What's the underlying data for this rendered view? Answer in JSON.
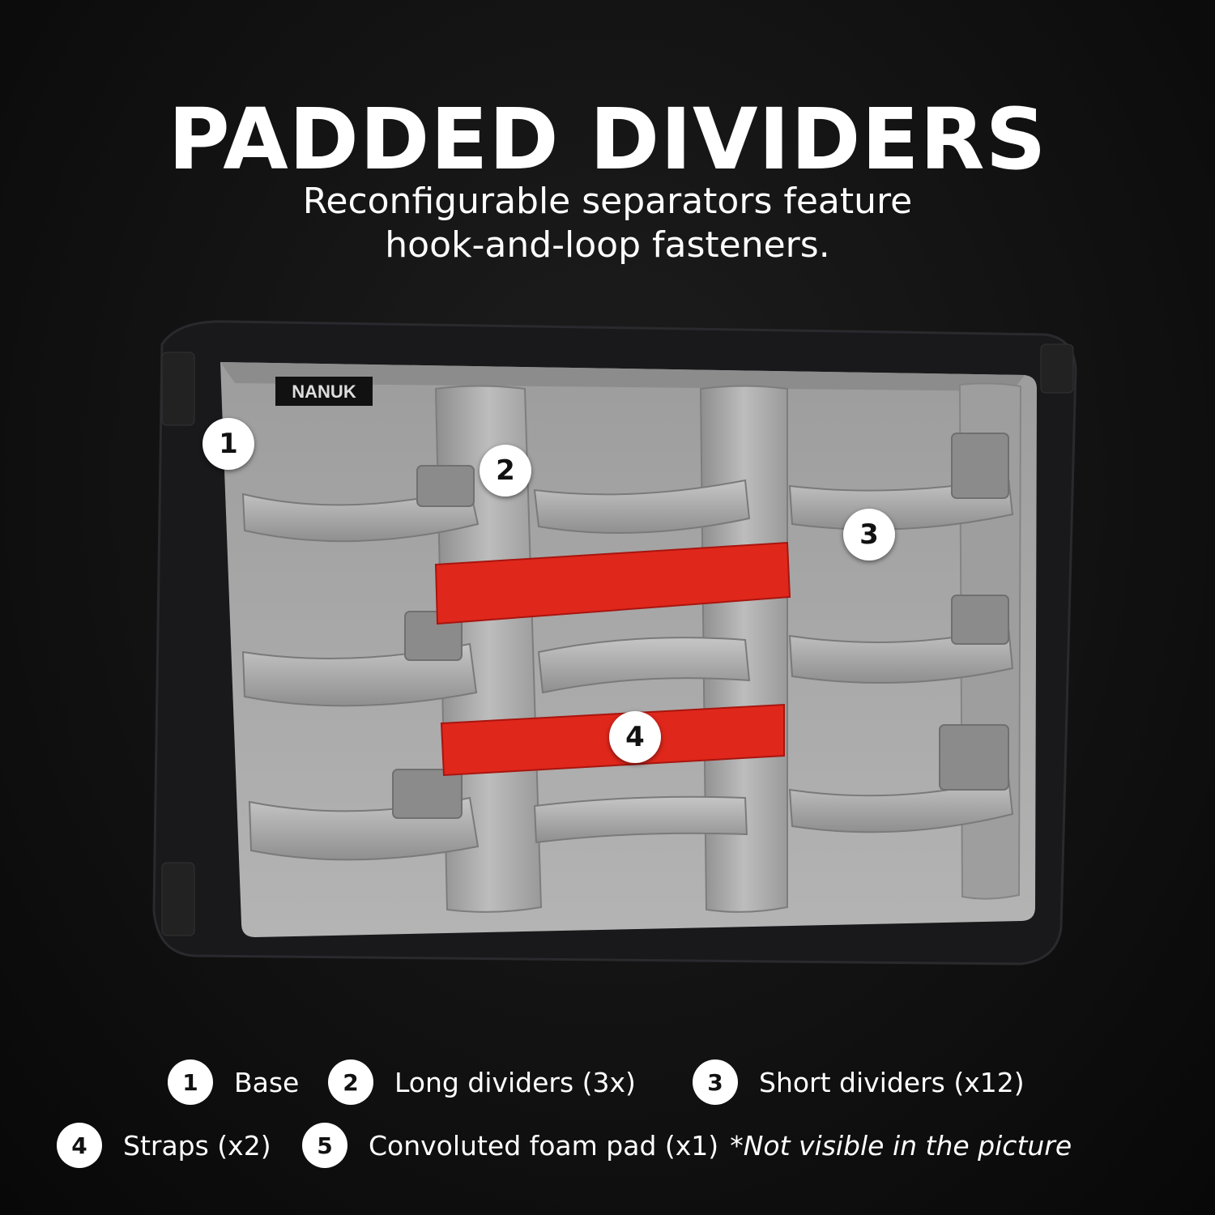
{
  "title": "PADDED DIVIDERS",
  "subtitle_line1": "Reconfigurable separators feature",
  "subtitle_line2": "hook-and-loop fasteners.",
  "brand_label": "NANUK",
  "markers": [
    "1",
    "2",
    "3",
    "4"
  ],
  "legend": [
    {
      "num": "1",
      "label": "Base"
    },
    {
      "num": "2",
      "label": "Long dividers (3x)"
    },
    {
      "num": "3",
      "label": "Short dividers (x12)"
    },
    {
      "num": "4",
      "label": "Straps (x2)"
    },
    {
      "num": "5",
      "label": "Convoluted foam pad (x1)",
      "note": "*Not visible in the picture"
    }
  ],
  "colors": {
    "background": "#111111",
    "case_shell": "#1a1a1e",
    "foam": "#a7a7a7",
    "strap": "#e0271c",
    "marker": "#ffffff"
  }
}
